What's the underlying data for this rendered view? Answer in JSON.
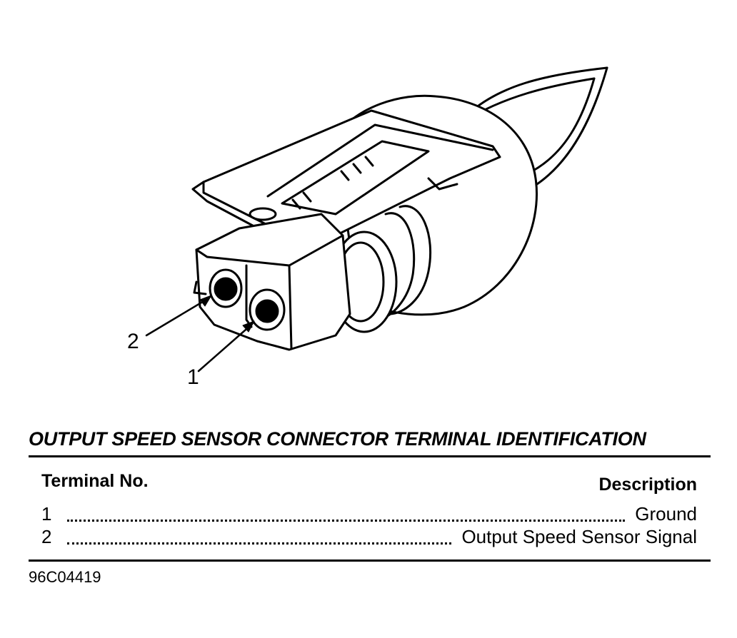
{
  "diagram": {
    "callouts": [
      "2",
      "1"
    ]
  },
  "table": {
    "title": "OUTPUT SPEED SENSOR CONNECTOR TERMINAL IDENTIFICATION",
    "header_terminal": "Terminal No.",
    "header_description": "Description",
    "rows": [
      {
        "terminal": "1",
        "description": "Ground"
      },
      {
        "terminal": "2",
        "description": "Output Speed Sensor Signal"
      }
    ]
  },
  "figure_id": "96C04419"
}
